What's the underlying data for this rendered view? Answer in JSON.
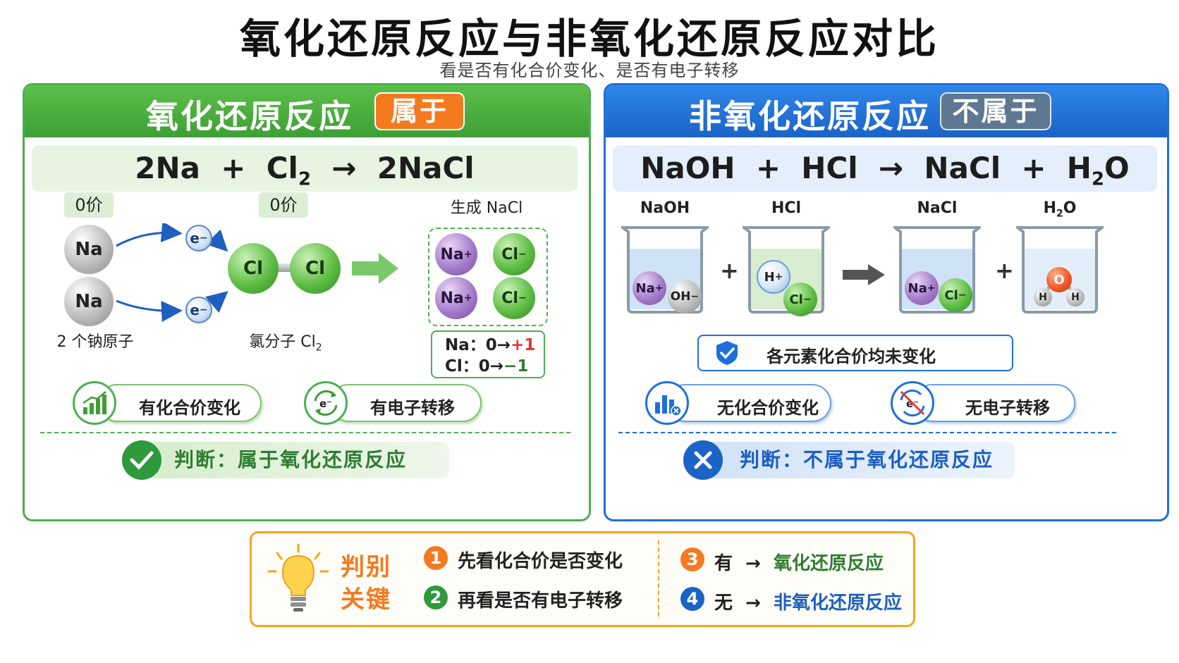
{
  "title": "氧化还原反应与非氧化还原反应对比",
  "subtitle": "看是否有化合价变化、是否有电子转移",
  "left": {
    "title": "氧化还原反应",
    "badge": "属于",
    "equation": {
      "lhs1": "2Na",
      "plus": "+",
      "lhs2": "Cl",
      "lhs2_sub": "2",
      "arrow": "→",
      "rhs": "2NaCl"
    },
    "valence_na": "0价",
    "valence_cl": "0价",
    "product_label": "生成 NaCl",
    "na_atom": "Na",
    "electron": "e",
    "electron_sup": "−",
    "cl_atom": "Cl",
    "na_caption": "2 个钠原子",
    "cl_caption": "氯分子 Cl",
    "cl_caption_sub": "2",
    "ion_na": "Na",
    "ion_na_sup": "+",
    "ion_cl": "Cl",
    "ion_cl_sup": "−",
    "change_na_label": "Na：",
    "change_na_from": "0→",
    "change_na_to": "+1",
    "change_cl_label": "Cl：",
    "change_cl_from": "0→",
    "change_cl_to": "−1",
    "feature1": "有化合价变化",
    "feature2": "有电子转移",
    "verdict": "判断：属于氧化还原反应"
  },
  "right": {
    "title": "非氧化还原反应",
    "badge": "不属于",
    "equation": {
      "r1": "NaOH",
      "plus1": "+",
      "r2": "HCl",
      "arrow": "→",
      "p1": "NaCl",
      "plus2": "+",
      "p2": "H",
      "p2_sub": "2",
      "p2_tail": "O"
    },
    "beaker1_label": "NaOH",
    "beaker2_label": "HCl",
    "beaker3_label": "NaCl",
    "beaker4_label_h": "H",
    "beaker4_label_sub": "2",
    "beaker4_label_o": "O",
    "plus": "+",
    "ion_na": "Na",
    "ion_na_sup": "+",
    "ion_oh": "OH",
    "ion_oh_sup": "−",
    "ion_h": "H",
    "ion_h_sup": "+",
    "ion_cl": "Cl",
    "ion_cl_sup": "−",
    "water_o": "O",
    "water_h": "H",
    "note": "各元素化合价均未变化",
    "feature1": "无化合价变化",
    "feature2": "无电子转移",
    "electron": "e",
    "electron_sup": "−",
    "verdict": "判断：不属于氧化还原反应"
  },
  "key": {
    "title_line1": "判别",
    "title_line2": "关键",
    "steps": [
      {
        "num": "1",
        "text": "先看化合价是否变化"
      },
      {
        "num": "2",
        "text": "再看是否有电子转移"
      }
    ],
    "results": [
      {
        "num": "3",
        "cond": "有",
        "arrow": "→",
        "result": "氧化还原反应"
      },
      {
        "num": "4",
        "cond": "无",
        "arrow": "→",
        "result": "非氧化还原反应"
      }
    ]
  },
  "colors": {
    "green": "#4caf50",
    "blue": "#1e6fd9",
    "orange": "#f47a1f",
    "badge_gray": "#5f7891",
    "key_border": "#f5a623",
    "red_text": "#e53935"
  }
}
